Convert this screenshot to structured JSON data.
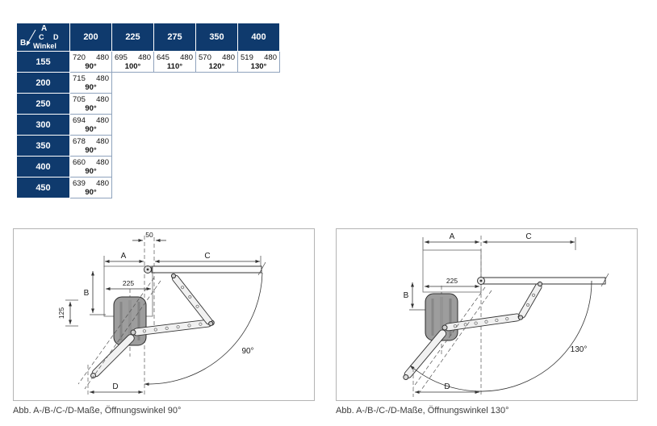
{
  "colors": {
    "header_bg": "#0f3a6d",
    "header_text": "#ffffff",
    "cell_border": "#8fa3bd",
    "drawing_line": "#333333"
  },
  "table": {
    "corner": {
      "a": "A",
      "b": "B",
      "c": "C",
      "d": "D",
      "winkel": "Winkel"
    },
    "col_headers": [
      "200",
      "225",
      "275",
      "350",
      "400"
    ],
    "rows": [
      {
        "b": "155",
        "cells": [
          {
            "c": "720",
            "d": "480",
            "angle": "90°"
          },
          {
            "c": "695",
            "d": "480",
            "angle": "100°"
          },
          {
            "c": "645",
            "d": "480",
            "angle": "110°"
          },
          {
            "c": "570",
            "d": "480",
            "angle": "120°"
          },
          {
            "c": "519",
            "d": "480",
            "angle": "130°"
          }
        ]
      },
      {
        "b": "200",
        "cells": [
          {
            "c": "715",
            "d": "480",
            "angle": "90°"
          }
        ]
      },
      {
        "b": "250",
        "cells": [
          {
            "c": "705",
            "d": "480",
            "angle": "90°"
          }
        ]
      },
      {
        "b": "300",
        "cells": [
          {
            "c": "694",
            "d": "480",
            "angle": "90°"
          }
        ]
      },
      {
        "b": "350",
        "cells": [
          {
            "c": "678",
            "d": "480",
            "angle": "90°"
          }
        ]
      },
      {
        "b": "400",
        "cells": [
          {
            "c": "660",
            "d": "480",
            "angle": "90°"
          }
        ]
      },
      {
        "b": "450",
        "cells": [
          {
            "c": "639",
            "d": "480",
            "angle": "90°"
          }
        ]
      }
    ]
  },
  "diagrams": [
    {
      "caption": "Abb. A-/B-/C-/D-Maße, Öffnungswinkel 90°",
      "labels": {
        "a": "A",
        "b": "B",
        "c": "C",
        "d": "D",
        "dim_225": "225",
        "dim_50": "50",
        "dim_125": "125",
        "angle": "90°"
      }
    },
    {
      "caption": "Abb. A-/B-/C-/D-Maße, Öffnungswinkel 130°",
      "labels": {
        "a": "A",
        "b": "B",
        "c": "C",
        "d": "D",
        "dim_225": "225",
        "angle": "130°"
      }
    }
  ]
}
